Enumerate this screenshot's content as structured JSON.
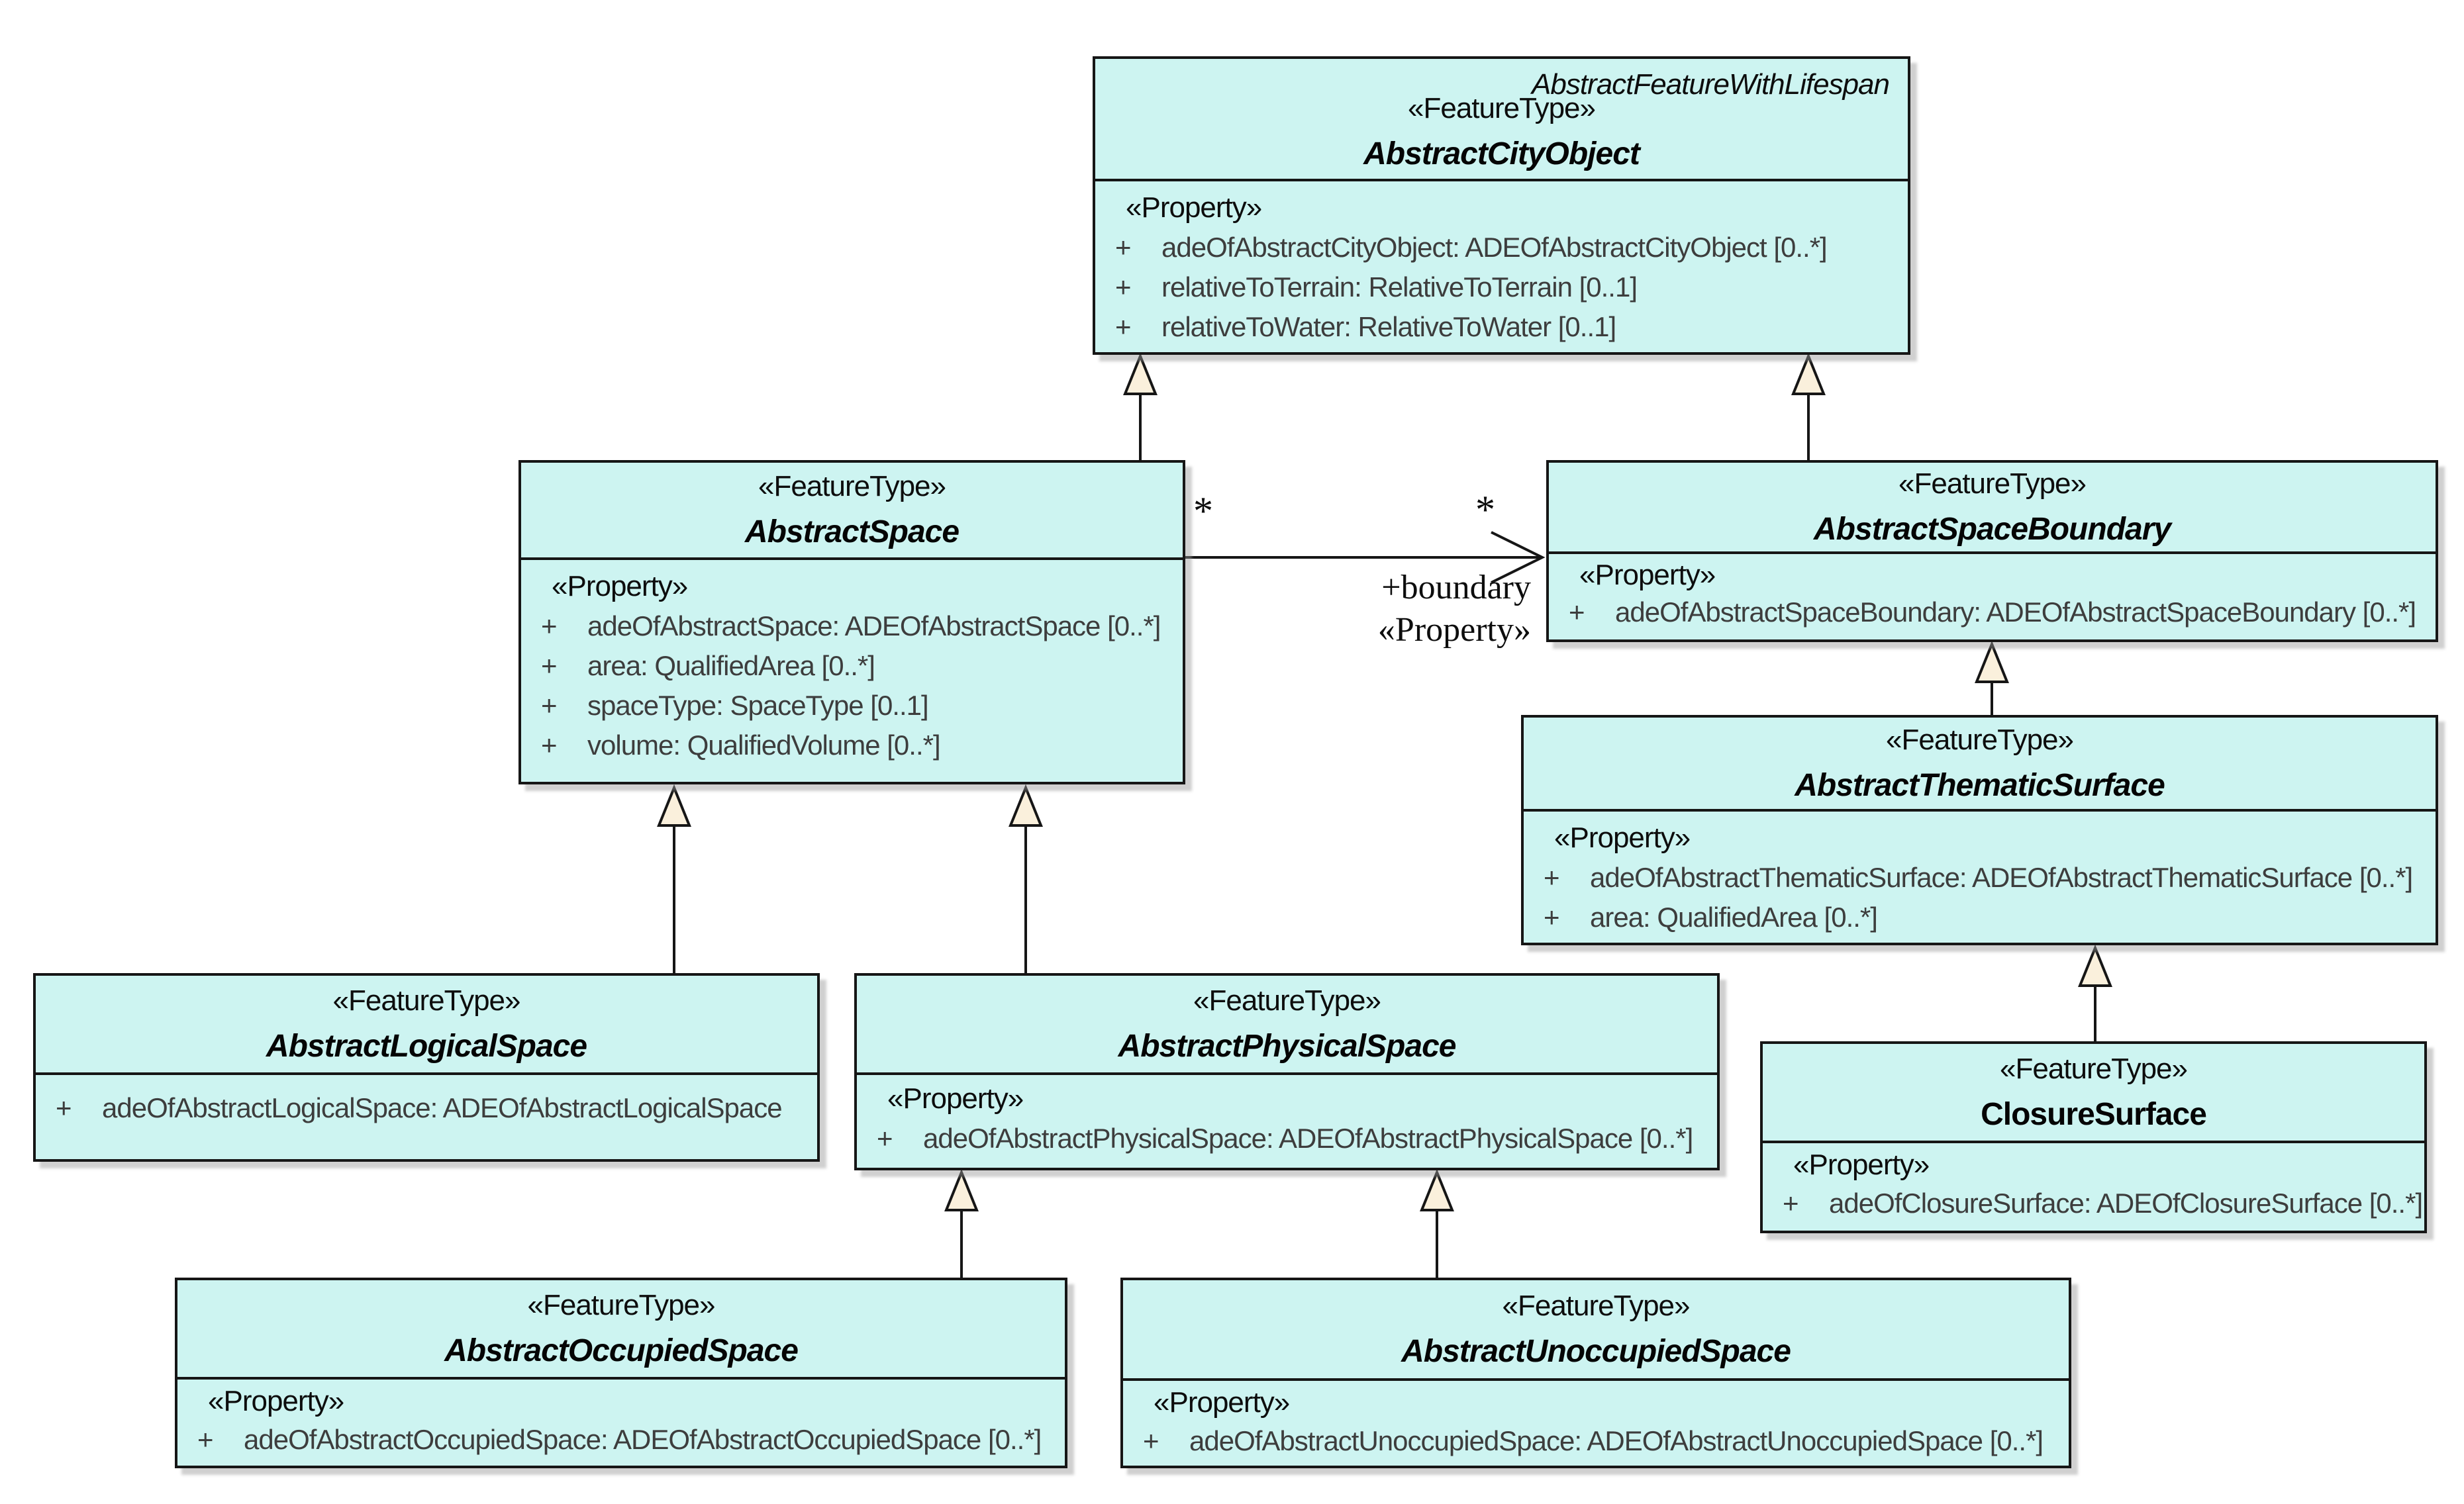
{
  "type": "uml-class-diagram",
  "colors": {
    "box_fill": "#cdf4f1",
    "box_border": "#161616",
    "arrowhead_fill": "#faf0dc",
    "shadow": "#a0a0a0",
    "background": "#ffffff",
    "property_text": "#3d3d3d"
  },
  "classes": {
    "cityObject": {
      "parent": "AbstractFeatureWithLifespan",
      "stereotype": "«FeatureType»",
      "name": "AbstractCityObject",
      "property_header": "«Property»",
      "properties": [
        {
          "vis": "+",
          "text": "adeOfAbstractCityObject: ADEOfAbstractCityObject [0..*]"
        },
        {
          "vis": "+",
          "text": "relativeToTerrain: RelativeToTerrain [0..1]"
        },
        {
          "vis": "+",
          "text": "relativeToWater: RelativeToWater [0..1]"
        }
      ]
    },
    "space": {
      "stereotype": "«FeatureType»",
      "name": "AbstractSpace",
      "property_header": "«Property»",
      "properties": [
        {
          "vis": "+",
          "text": "adeOfAbstractSpace: ADEOfAbstractSpace [0..*]"
        },
        {
          "vis": "+",
          "text": "area: QualifiedArea [0..*]"
        },
        {
          "vis": "+",
          "text": "spaceType: SpaceType [0..1]"
        },
        {
          "vis": "+",
          "text": "volume: QualifiedVolume [0..*]"
        }
      ]
    },
    "boundary": {
      "stereotype": "«FeatureType»",
      "name": "AbstractSpaceBoundary",
      "property_header": "«Property»",
      "properties": [
        {
          "vis": "+",
          "text": "adeOfAbstractSpaceBoundary: ADEOfAbstractSpaceBoundary [0..*]"
        }
      ]
    },
    "thematic": {
      "stereotype": "«FeatureType»",
      "name": "AbstractThematicSurface",
      "property_header": "«Property»",
      "properties": [
        {
          "vis": "+",
          "text": "adeOfAbstractThematicSurface: ADEOfAbstractThematicSurface [0..*]"
        },
        {
          "vis": "+",
          "text": "area: QualifiedArea [0..*]"
        }
      ]
    },
    "closure": {
      "stereotype": "«FeatureType»",
      "name": "ClosureSurface",
      "property_header": "«Property»",
      "properties": [
        {
          "vis": "+",
          "text": "adeOfClosureSurface: ADEOfClosureSurface [0..*]"
        }
      ]
    },
    "logical": {
      "stereotype": "«FeatureType»",
      "name": "AbstractLogicalSpace",
      "properties": [
        {
          "vis": "+",
          "text": "adeOfAbstractLogicalSpace: ADEOfAbstractLogicalSpace"
        }
      ]
    },
    "physical": {
      "stereotype": "«FeatureType»",
      "name": "AbstractPhysicalSpace",
      "property_header": "«Property»",
      "properties": [
        {
          "vis": "+",
          "text": "adeOfAbstractPhysicalSpace: ADEOfAbstractPhysicalSpace [0..*]"
        }
      ]
    },
    "occupied": {
      "stereotype": "«FeatureType»",
      "name": "AbstractOccupiedSpace",
      "property_header": "«Property»",
      "properties": [
        {
          "vis": "+",
          "text": "adeOfAbstractOccupiedSpace: ADEOfAbstractOccupiedSpace [0..*]"
        }
      ]
    },
    "unoccupied": {
      "stereotype": "«FeatureType»",
      "name": "AbstractUnoccupiedSpace",
      "property_header": "«Property»",
      "properties": [
        {
          "vis": "+",
          "text": "adeOfAbstractUnoccupiedSpace: ADEOfAbstractUnoccupiedSpace [0..*]"
        }
      ]
    }
  },
  "association": {
    "mult_source": "*",
    "mult_target": "*",
    "role": "+boundary",
    "stereotype": "«Property»"
  }
}
